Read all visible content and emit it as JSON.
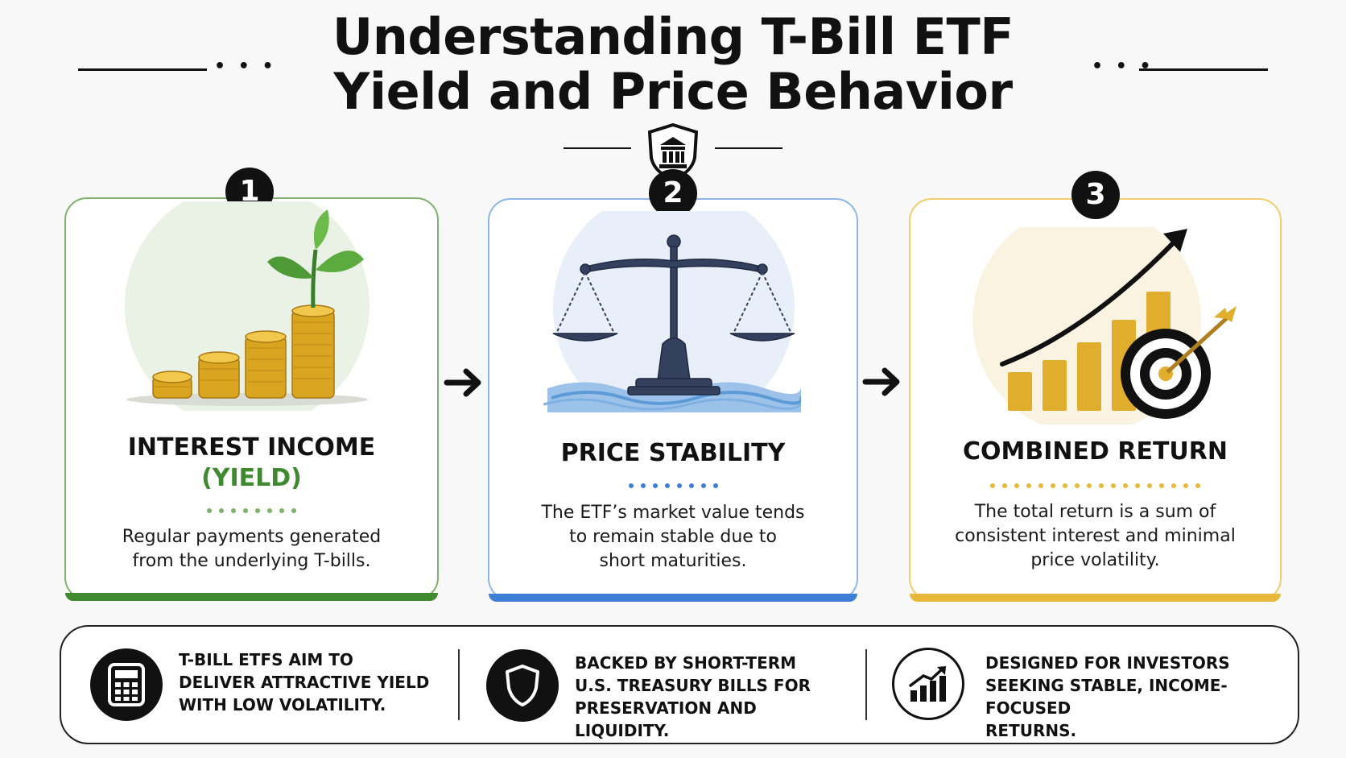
{
  "title": {
    "line1": "Understanding T-Bill ETF",
    "line2": "Yield and Price Behavior"
  },
  "header_icon": "bank-shield-icon",
  "cards": [
    {
      "number": "1",
      "icon": "coins-plant-icon",
      "title_line1": "INTEREST INCOME",
      "title_line2": "(YIELD)",
      "desc_line1": "Regular payments generated",
      "desc_line2": "from the underlying T-bills.",
      "accent": "#3f8a2f"
    },
    {
      "number": "2",
      "icon": "balance-scale-icon",
      "title_line1": "PRICE STABILITY",
      "desc_line1": "The ETF’s market value tends",
      "desc_line2": "to remain stable due to",
      "desc_line3": "short maturities.",
      "accent": "#3d7fd6"
    },
    {
      "number": "3",
      "icon": "growth-target-icon",
      "title_line1": "COMBINED RETURN",
      "desc_line1": "The total return is a sum of",
      "desc_line2": "consistent interest and minimal",
      "desc_line3": "price volatility.",
      "accent": "#e8b83a"
    }
  ],
  "features": [
    {
      "icon": "calculator-icon",
      "line1": "T-BILL ETFs AIM TO",
      "line2": "DELIVER ATTRACTIVE YIELD",
      "line3": "WITH LOW VOLATILITY."
    },
    {
      "icon": "shield-icon",
      "line1": "BACKED BY SHORT-TERM",
      "line2": "U.S. TREASURY BILLS FOR",
      "line3": "PRESERVATION AND LIQUIDITY."
    },
    {
      "icon": "bar-chart-growth-icon",
      "line1": "DESIGNED FOR INVESTORS",
      "line2": "SEEKING STABLE, INCOME-FOCUSED",
      "line3": "RETURNS."
    }
  ],
  "colors": {
    "green": "#3f8a2f",
    "blue": "#3d7fd6",
    "gold": "#e8b83a",
    "dark": "#111111"
  }
}
